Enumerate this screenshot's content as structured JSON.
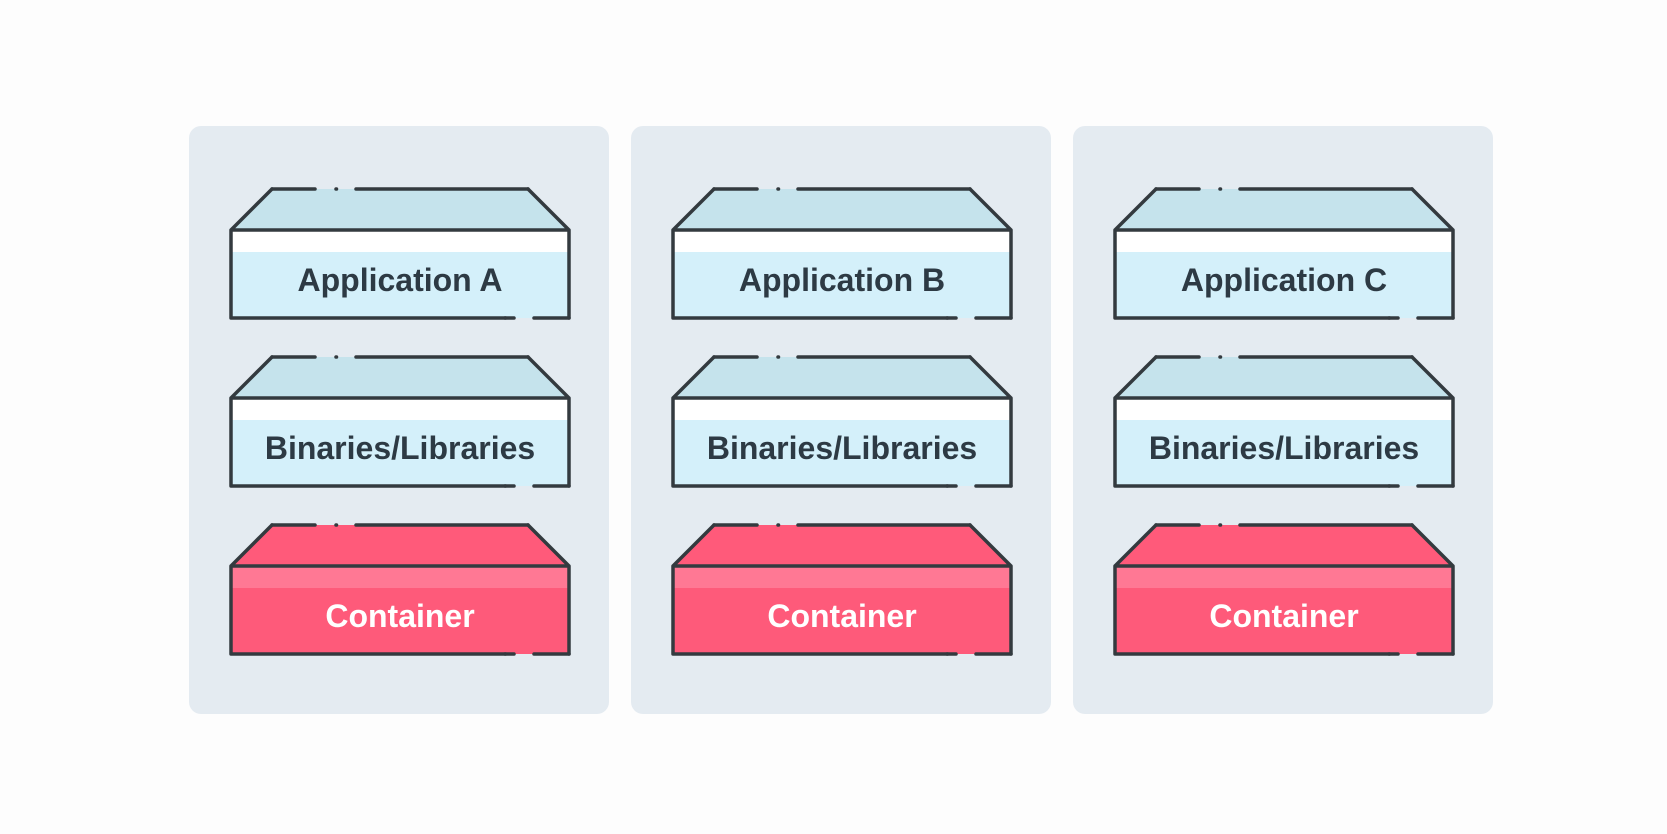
{
  "diagram": {
    "colors": {
      "background": "#fdfdfd",
      "panel": "#e4ebf1",
      "outline": "#333a3f",
      "layer_top": "#c5e3ec",
      "layer_stripe": "#ffffff",
      "layer_face": "#d4f0fa",
      "container_top": "#ff5a7a",
      "container_stripe": "#ff7894",
      "container_face": "#fe5a7a"
    },
    "stacks": [
      {
        "application": "Application A",
        "libraries": "Binaries/Libraries",
        "container": "Container"
      },
      {
        "application": "Application B",
        "libraries": "Binaries/Libraries",
        "container": "Container"
      },
      {
        "application": "Application C",
        "libraries": "Binaries/Libraries",
        "container": "Container"
      }
    ]
  }
}
